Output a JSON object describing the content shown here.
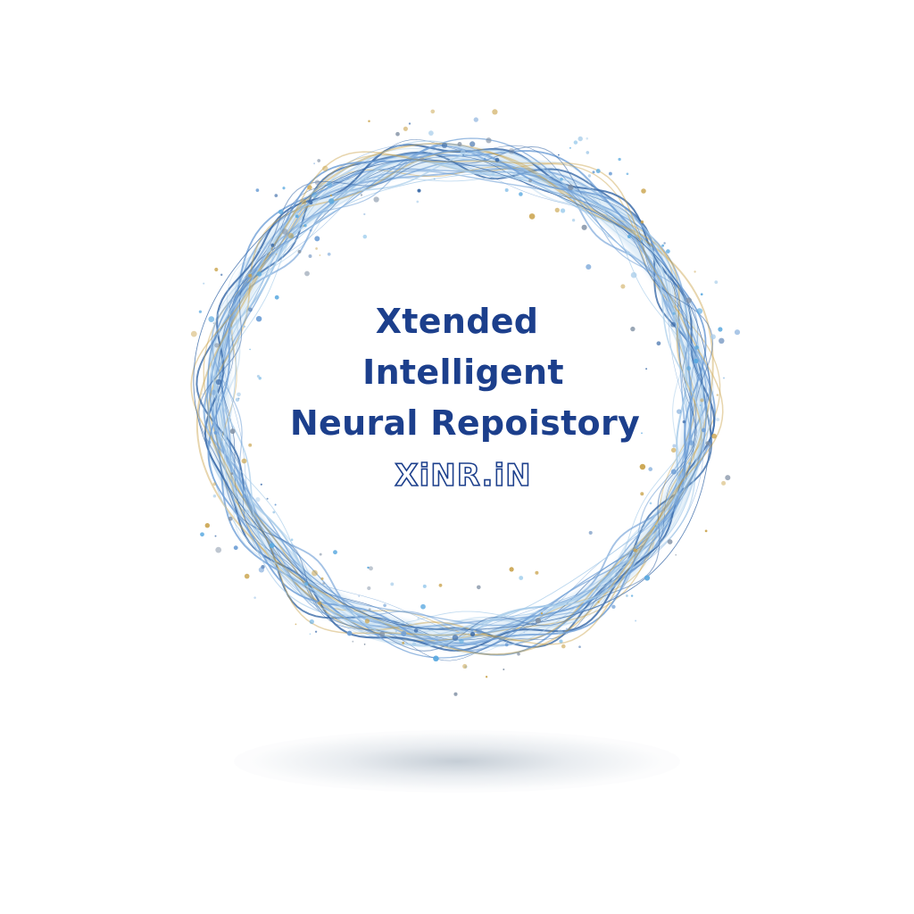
{
  "logo": {
    "title_lines": [
      "Xtended",
      "Intelligent",
      "Neural Repoistory"
    ],
    "domain": "XiNR.iN"
  },
  "colors": {
    "text": "#1c3f8c",
    "ring_primary": "#6f9fd6",
    "ring_light": "#a9cdea",
    "ring_dark": "#3a6aa8",
    "accent_gold": "#c9a24a",
    "shadow": "#9aa6b2"
  }
}
